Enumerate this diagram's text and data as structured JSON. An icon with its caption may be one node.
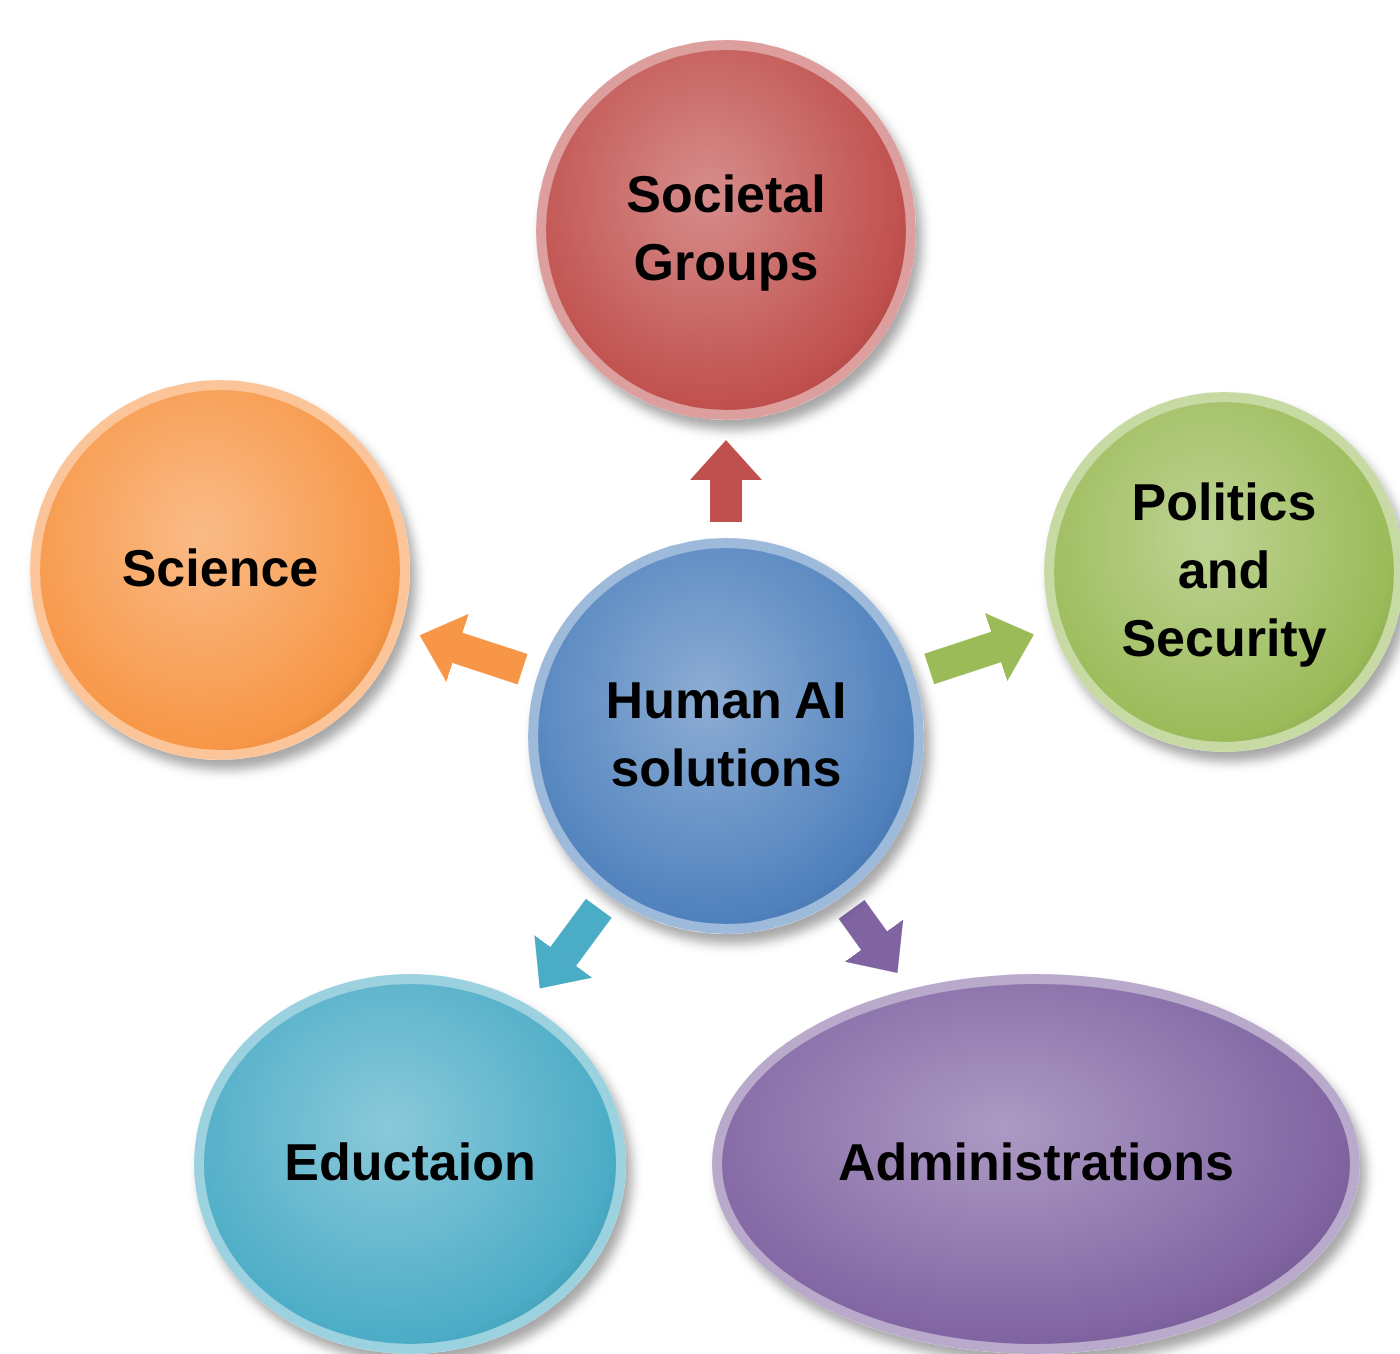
{
  "diagram": {
    "nodes": [
      {
        "text": [
          "Human AI solutions"
        ]
      },
      {
        "text": [
          "Societal Groups"
        ]
      },
      {
        "text": [
          "Politics and Security"
        ]
      },
      {
        "text": [
          "Science"
        ]
      },
      {
        "text": [
          "Eductaion"
        ]
      },
      {
        "text": [
          "Administrations"
        ]
      }
    ],
    "edges": [
      {
        "from": 0,
        "to": 1,
        "arrow": "to",
        "color": "#c0504d"
      },
      {
        "from": 0,
        "to": 2,
        "arrow": "to",
        "color": "#9bbb59"
      },
      {
        "from": 0,
        "to": 3,
        "arrow": "to",
        "color": "#f79646"
      },
      {
        "from": 0,
        "to": 4,
        "arrow": "to",
        "color": "#4bacc6"
      },
      {
        "from": 0,
        "to": 5,
        "arrow": "to",
        "color": "#8064a2"
      }
    ]
  }
}
